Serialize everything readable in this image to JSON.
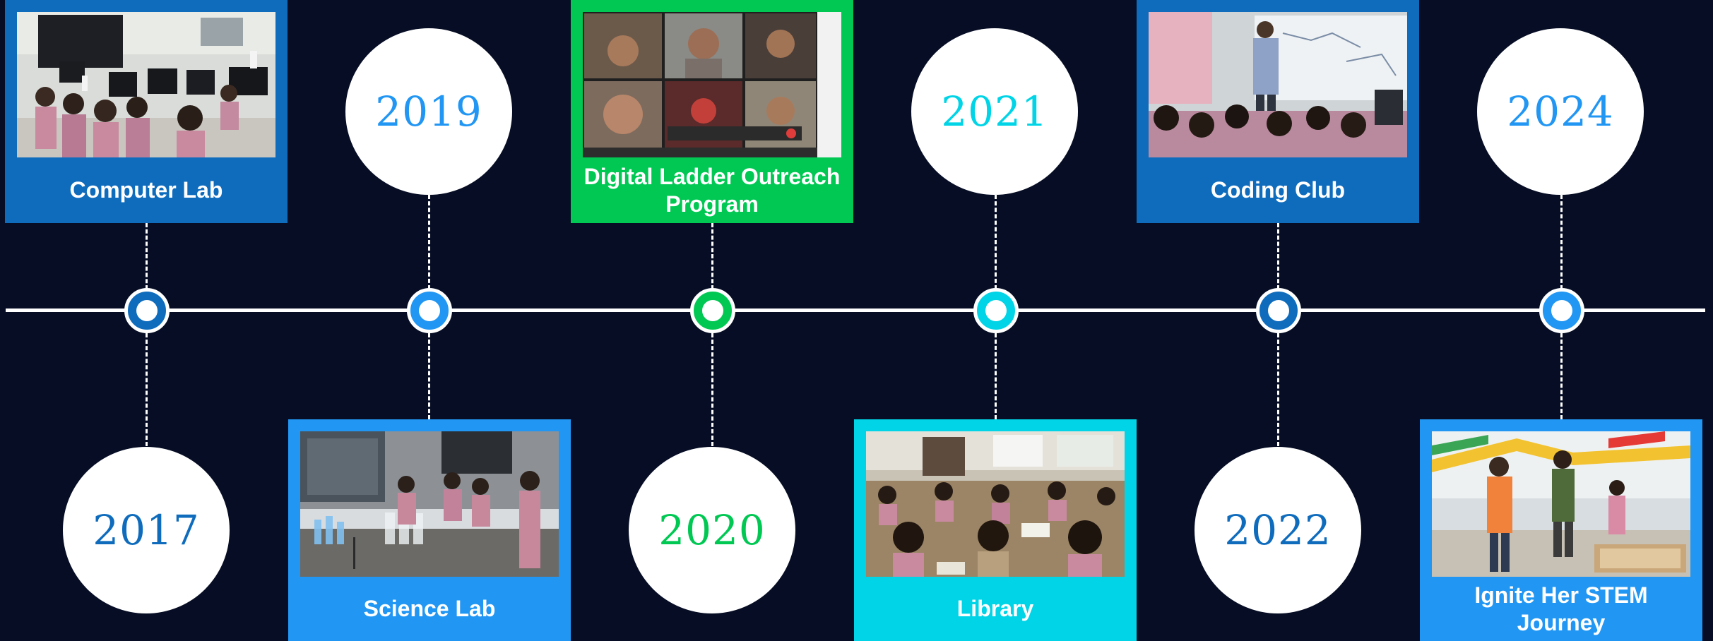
{
  "milestones": [
    {
      "year": "2017",
      "title": "Computer Lab",
      "color": "#0f6cbd",
      "year_color": "#0f6cbd"
    },
    {
      "year": "2019",
      "title": "Science Lab",
      "color": "#2196f3",
      "year_color": "#2196f3"
    },
    {
      "year": "2020",
      "title": "Digital Ladder Outreach Program",
      "color": "#00c853",
      "year_color": "#00c853"
    },
    {
      "year": "2021",
      "title": "Library",
      "color": "#00d4e6",
      "year_color": "#00d4e6"
    },
    {
      "year": "2022",
      "title": "Coding Club",
      "color": "#0f6cbd",
      "year_color": "#0f6cbd"
    },
    {
      "year": "2024",
      "title": "Ignite Her STEM Journey",
      "color": "#2196f3",
      "year_color": "#2196f3"
    }
  ],
  "background_color": "#060d24",
  "line_color": "#ffffff"
}
